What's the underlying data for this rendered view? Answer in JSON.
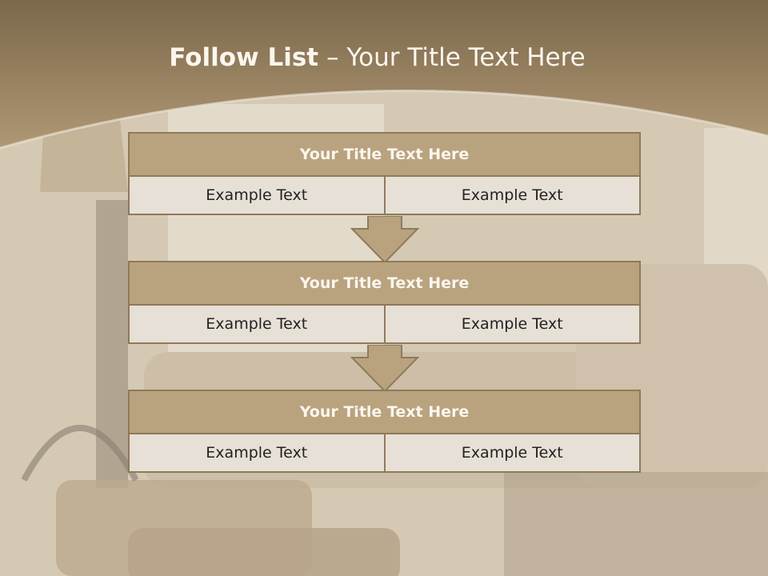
{
  "slide": {
    "title_bold": "Follow List",
    "title_rest": " – Your Title Text Here",
    "blocks": [
      {
        "title": "Your Title Text Here",
        "left": "Example Text",
        "right": "Example Text"
      },
      {
        "title": "Your Title Text Here",
        "left": "Example Text",
        "right": "Example Text"
      },
      {
        "title": "Your Title Text Here",
        "left": "Example Text",
        "right": "Example Text"
      }
    ]
  },
  "colors": {
    "header": "#7f6b4b",
    "accent": "#b9a37f",
    "border": "#8e7a5a",
    "cell": "#e7e0d6"
  },
  "icons": [
    "down-arrow-icon",
    "down-arrow-icon"
  ]
}
